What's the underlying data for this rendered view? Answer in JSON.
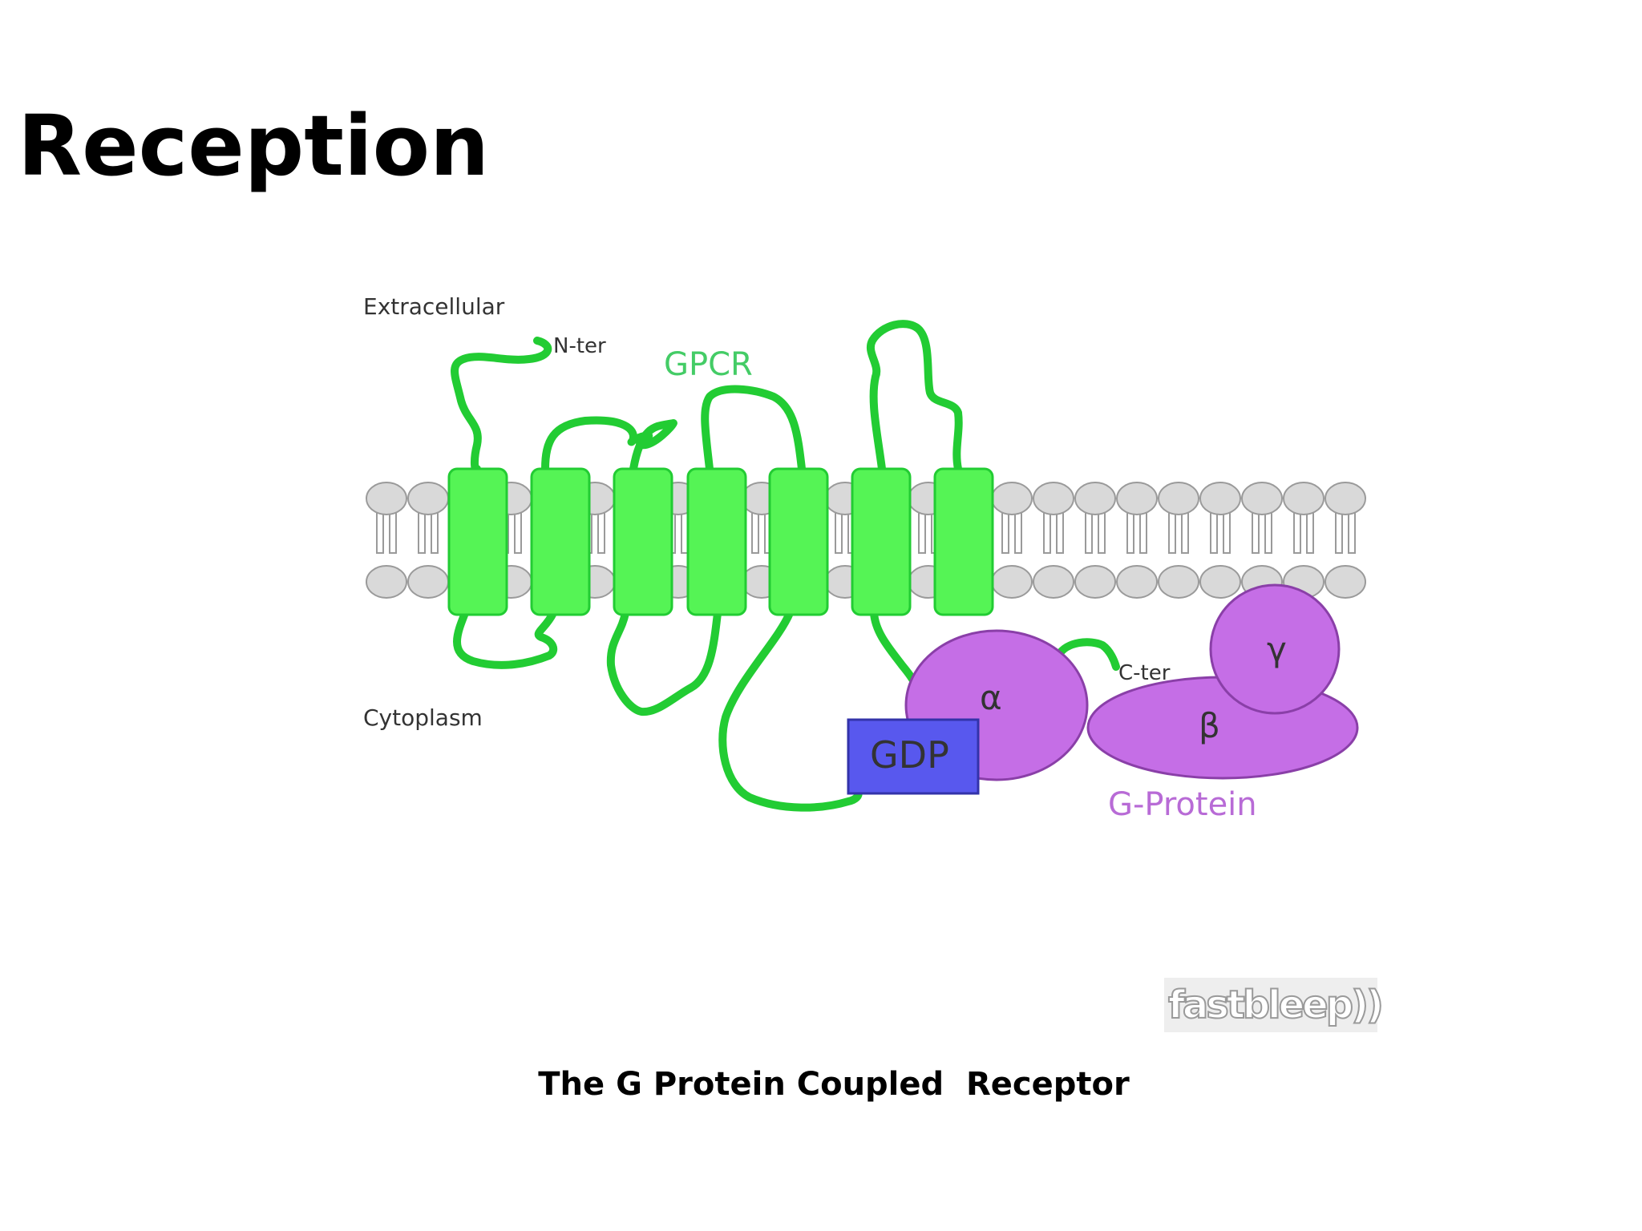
{
  "slide": {
    "title": "Reception",
    "caption": "The G Protein Coupled  Receptor"
  },
  "diagram": {
    "labels": {
      "extracellular": "Extracellular",
      "cytoplasm": "Cytoplasm",
      "n_ter": "N-ter",
      "c_ter": "C-ter",
      "gpcr": "GPCR",
      "gdp": "GDP",
      "alpha": "α",
      "beta": "β",
      "gamma": "γ",
      "g_protein": "G-Protein"
    },
    "watermark": "fastbleep))",
    "colors": {
      "helix_fill": "#55f455",
      "chain": "#22cc33",
      "gpcr_label": "#44cc66",
      "g_protein_fill": "#c56ee6",
      "g_protein_stroke": "#8a3fa8",
      "g_protein_label": "#b86bd6",
      "gdp_fill": "#5858ee",
      "gdp_stroke": "#3333aa",
      "lipid_head": "#d9d9d9",
      "lipid_stroke": "#9a9a9a"
    }
  }
}
